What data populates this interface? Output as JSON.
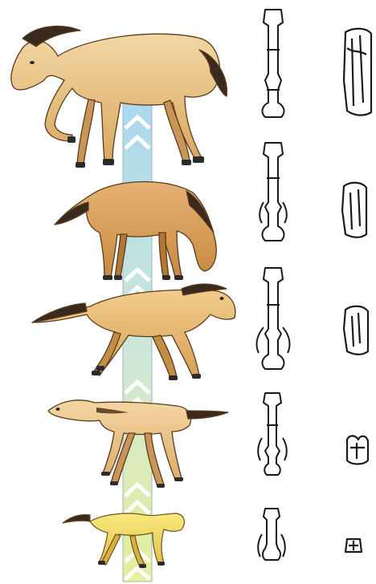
{
  "figure": {
    "subject": "horse-evolution",
    "stages": [
      {
        "id": "equus",
        "order": 1
      },
      {
        "id": "merychippus",
        "order": 2
      },
      {
        "id": "mesohippus",
        "order": 3
      },
      {
        "id": "orohippus",
        "order": 4
      },
      {
        "id": "eohippus",
        "order": 5
      }
    ],
    "colors": {
      "coat_large": "#e9c489",
      "coat_mid": "#d9a05c",
      "coat_small": "#f0dc70",
      "coat_shadow": "#b8813f",
      "mane": "#3a2a1e",
      "hoof": "#2b2b2b",
      "arrow_top": "#a9d8ef",
      "arrow_bottom": "#e7ef9a",
      "chevron": "#ffffff",
      "outline": "#1a1a1a",
      "bone_fill": "#ffffff"
    },
    "icons": [
      "horse-silhouette",
      "foot-bone",
      "molar-tooth",
      "evolution-arrow"
    ]
  }
}
